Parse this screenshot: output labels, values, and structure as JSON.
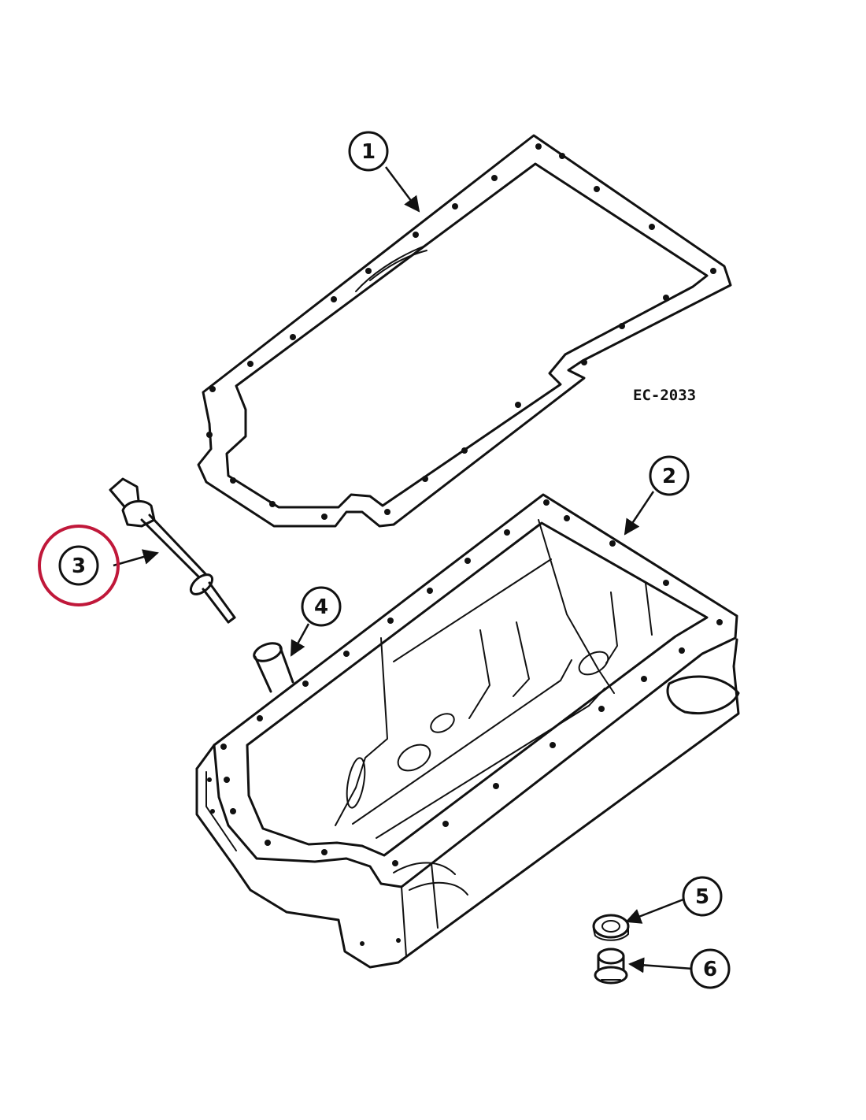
{
  "drawing_code": "EC-2033",
  "highlight_color": "#c0183a",
  "highlighted_callout": "3",
  "callouts": [
    {
      "number": "1"
    },
    {
      "number": "2"
    },
    {
      "number": "3"
    },
    {
      "number": "4"
    },
    {
      "number": "5"
    },
    {
      "number": "6"
    }
  ]
}
